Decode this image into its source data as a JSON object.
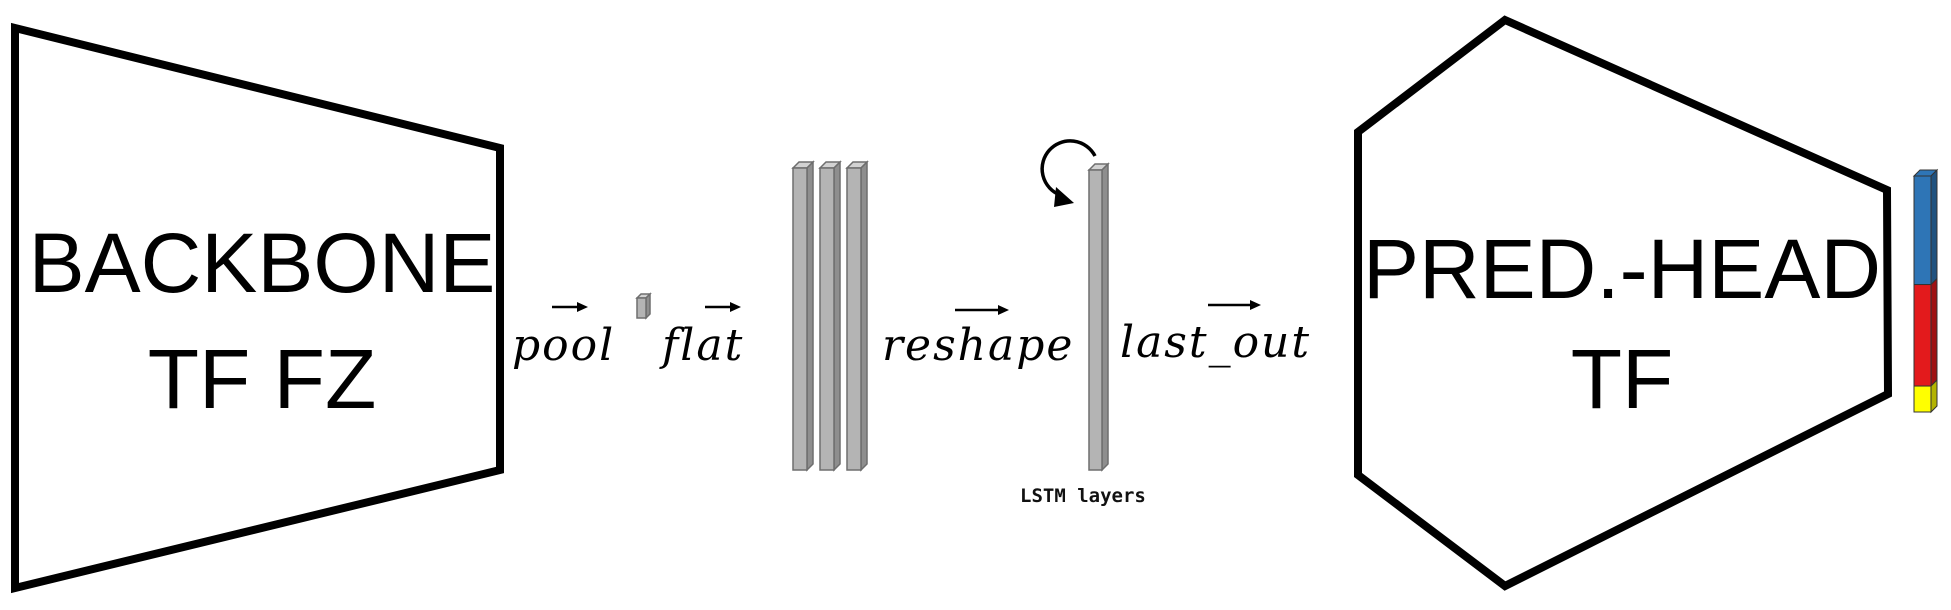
{
  "blocks": {
    "backbone": {
      "line1": "BACKBONE",
      "line2": "TF FZ"
    },
    "pred_head": {
      "line1": "PRED.-HEAD",
      "line2": "TF"
    }
  },
  "operations": {
    "pool": "pool",
    "flat": "flat",
    "reshape": "reshape",
    "last_out": "last_out"
  },
  "captions": {
    "lstm": "LSTM layers"
  },
  "output_vector": {
    "segments": [
      {
        "name": "blue",
        "color": "#2e75b6",
        "fraction": 0.46
      },
      {
        "name": "red",
        "color": "#e31a1c",
        "fraction": 0.43
      },
      {
        "name": "yellow",
        "color": "#ffff00",
        "fraction": 0.11
      }
    ]
  }
}
